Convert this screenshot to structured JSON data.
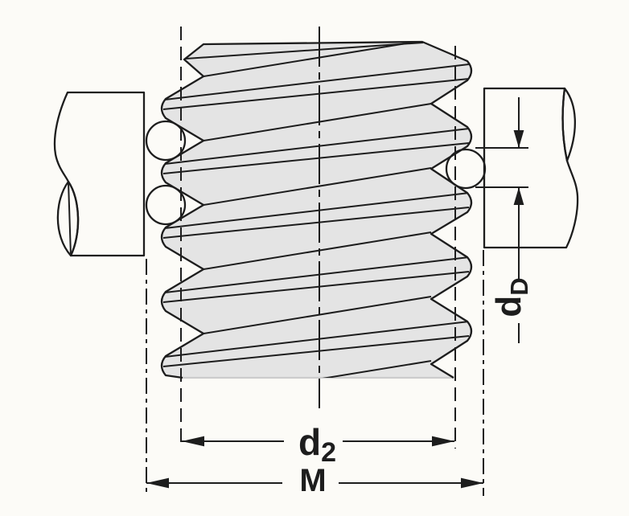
{
  "diagram": {
    "labels": {
      "d2": {
        "base": "d",
        "sub": "2"
      },
      "M": {
        "base": "M"
      },
      "dD": {
        "base": "d",
        "sub": "D"
      }
    },
    "colors": {
      "background": "#fcfbf7",
      "part_fill": "#e4e4e4",
      "line": "#1d1d1d",
      "cut_edge": "#cccccc"
    }
  }
}
